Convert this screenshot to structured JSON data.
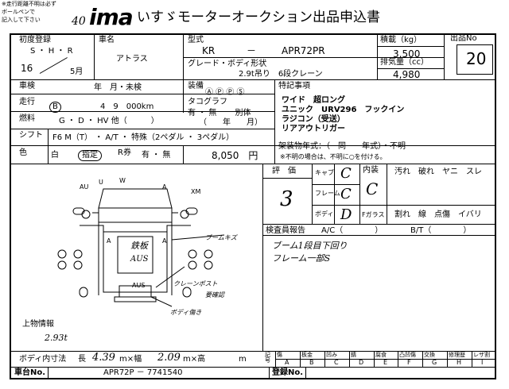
{
  "header": {
    "note_line1": "※走行距離不明は必ず",
    "note_line2": "ボールペンで",
    "note_line3": "記入して下さい",
    "note_mark": "40",
    "logo": "ima",
    "title": "いすゞモーターオークション出品申込書"
  },
  "row1": {
    "first_reg_label": "初度登録",
    "era": "S ・ H ・ R",
    "year": "16",
    "month": "5月",
    "name_label": "車名",
    "name": "アトラス",
    "model_label": "型式",
    "model_prefix": "KR",
    "model_dash": "－",
    "model": "APR72PR",
    "grade_label": "グレード・ボディ形状",
    "grade_value": "2.9t吊り　6段クレーン",
    "capacity_label": "積載（kg）",
    "capacity": "3,500",
    "displacement_label": "排気量（cc）",
    "displacement": "4,980",
    "lot_label": "出品No",
    "lot_no": "20"
  },
  "row2": {
    "inspection_label": "車検",
    "inspection_value": "年　月・未検",
    "equipment_label": "装備",
    "equipment_icons": "Ⓐ Ⓟ Ⓟ Ⓢ",
    "special_label": "特記事項",
    "specials": [
      "ワイド　超ロング",
      "ユニック　URV296　フックイン",
      "ラジコン（受送）",
      "リアアウトリガー"
    ]
  },
  "row3": {
    "mileage_label": "走行",
    "mileage_unit_b": "B",
    "mileage": "4　9　000km",
    "tachograph_label": "タコグラフ",
    "tachograph_value": "有 ・ 無 　　別体",
    "tachograph_date": "（　　年　　月）",
    "fuel_label": "燃料",
    "fuel_value": "G ・ D ・ HV 他（　　　）"
  },
  "row4": {
    "shift_label": "シフト",
    "shift_value": "F6 M（T） ・ A/T ・ 特殊（2ペダル ・ 3ペダル）",
    "installed_label": "架装物年式：（　同　　年式）・不明",
    "installed_note": "※不明の場合は、不明に○を付ける。",
    "color_label": "色",
    "color_value": "白",
    "color_type": "指定",
    "recycle_label": "R券",
    "recycle_value": "有 ・ 無",
    "recycle_amount": "8,050　円"
  },
  "evaluation": {
    "label": "評　価",
    "score": "3",
    "cab_label": "キャブ",
    "cab_value": "C",
    "frame_label": "フレーム",
    "frame_value": "C",
    "body_label": "ボディ",
    "body_value": "D",
    "interior_label": "内装",
    "interior_value": "C",
    "glass_label": "Fガラス",
    "damage_legend_top": "汚れ　破れ　ヤニ　スレ",
    "damage_legend_bottom": "割れ　線　点傷　イバリ"
  },
  "inspector": {
    "label": "検査員報告",
    "ac": "A/C（　　　　）",
    "bt": "B/T（　　　　）",
    "note1": "ブーム1段目下回り",
    "note2": "フレーム一部S"
  },
  "diagram": {
    "labels": [
      "AU",
      "U",
      "W",
      "A",
      "XM",
      "A",
      "A",
      "鉄板",
      "AUS",
      "ブームキズ",
      "AUS",
      "クレーンポスト",
      "要確認",
      "ボディ傷き"
    ]
  },
  "loading": {
    "label": "上物情報",
    "value": "2.93t"
  },
  "dimensions": {
    "label": "ボディ内寸法",
    "length_label": "長",
    "length": "4.39",
    "width_label": "m×幅",
    "width": "2.09",
    "height_label": "m×高",
    "height_unit": "m"
  },
  "grid": {
    "row_label": "記号",
    "headers": [
      "傷",
      "板金",
      "凹み",
      "錆",
      "腐食",
      "凸凹傷",
      "交換",
      "修理歴",
      "レザ割"
    ],
    "symbols": [
      "A",
      "B",
      "C",
      "D",
      "E",
      "F",
      "G",
      "H",
      "I"
    ]
  },
  "footer": {
    "vin_label": "車台No.",
    "vin": "APR72P － 7741540",
    "reg_label": "登録No."
  }
}
